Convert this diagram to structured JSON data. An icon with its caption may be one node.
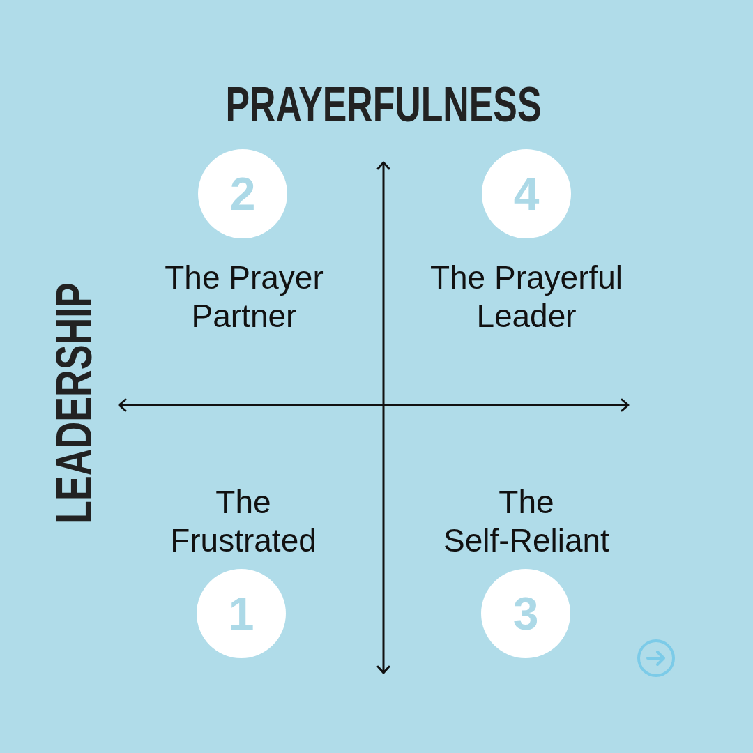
{
  "diagram": {
    "title": "PRAYERFULNESS",
    "nodes": [
      {
        "text": [
          "2"
        ],
        "beside": [
          "The Prayer Partner"
        ]
      },
      {
        "text": [
          "4"
        ],
        "beside": [
          "The Prayerful Leader"
        ]
      },
      {
        "text": [
          "1"
        ],
        "beside": [
          "The Frustrated"
        ]
      },
      {
        "text": [
          "3"
        ],
        "beside": [
          "The Self-Reliant"
        ]
      }
    ],
    "labels": [
      "LEADERSHIP"
    ]
  }
}
